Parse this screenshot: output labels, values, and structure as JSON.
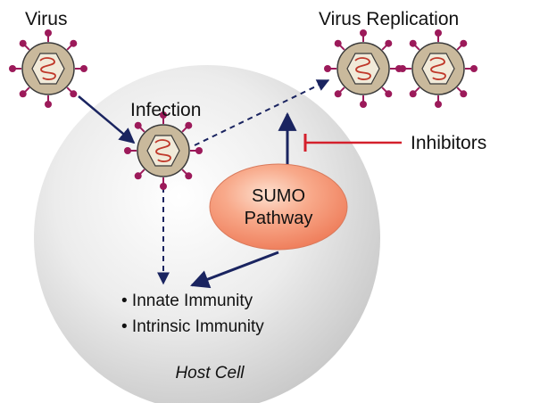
{
  "labels": {
    "virus": "Virus",
    "virus_replication": "Virus Replication",
    "infection": "Infection",
    "inhibitors": "Inhibitors",
    "sumo_line1": "SUMO",
    "sumo_line2": "Pathway",
    "innate_immunity": "• Innate Immunity",
    "intrinsic_immunity": "• Intrinsic Immunity",
    "host_cell": "Host Cell"
  },
  "colors": {
    "arrow": "#1a2460",
    "inhibitor": "#d4202c",
    "spike": "#9c1a5a",
    "capsid_shell": "#c9b99c",
    "capsid_core": "#f1ead9",
    "genome": "#c0392b",
    "sumo_fill": "#f39270",
    "host_cell": "#dcdcdc"
  },
  "icons": {
    "virus": "virus-particle-icon"
  }
}
